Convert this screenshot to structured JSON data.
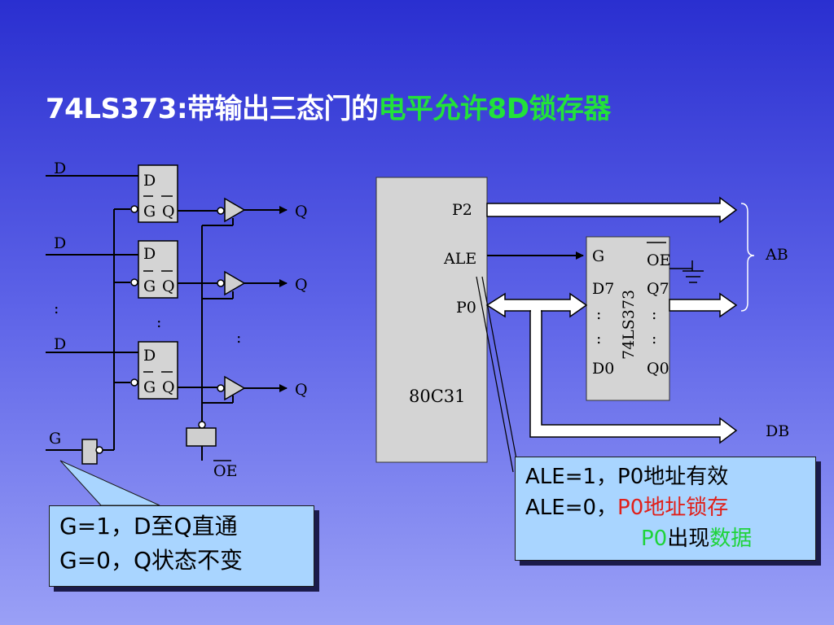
{
  "title": {
    "prefix": "74LS373:带输出三态门的",
    "highlight": "电平允许8D锁存器"
  },
  "left_circuit": {
    "input_labels": [
      "D",
      "D",
      ":",
      "D",
      "G"
    ],
    "output_labels": [
      "Q",
      "Q",
      "Q"
    ],
    "latch_d": "D",
    "latch_g": "G",
    "latch_q": "Q",
    "dots_middle": ":",
    "dots_right": ":",
    "oe_label": "OE"
  },
  "right_circuit": {
    "mcu_name": "80C31",
    "mcu_p2": "P2",
    "mcu_ale": "ALE",
    "mcu_p0": "P0",
    "latch_name": "74LS373",
    "latch_g": "G",
    "latch_oe": "OE",
    "latch_d7": "D7",
    "latch_q7": "Q7",
    "latch_d0": "D0",
    "latch_q0": "Q0",
    "latch_dots": ":",
    "bus_ab": "AB",
    "bus_db": "DB"
  },
  "callout_g": {
    "line1": "G=1，D至Q直通",
    "line2": "G=0，Q状态不变"
  },
  "callout_ale": {
    "line1": "ALE=1，P0地址有效",
    "line2_a": "ALE=0，",
    "line2_b": "P0地址锁存",
    "line3_a": "P0",
    "line3_b": "出现",
    "line3_c": "数据"
  },
  "colors": {
    "background_top": "#2a2fd0",
    "background_bottom": "#9aa0f6",
    "title_highlight": "#22e23a",
    "callout_fill": "#a9d5ff",
    "red_text": "#e0201a",
    "green_text": "#1ed33a"
  }
}
